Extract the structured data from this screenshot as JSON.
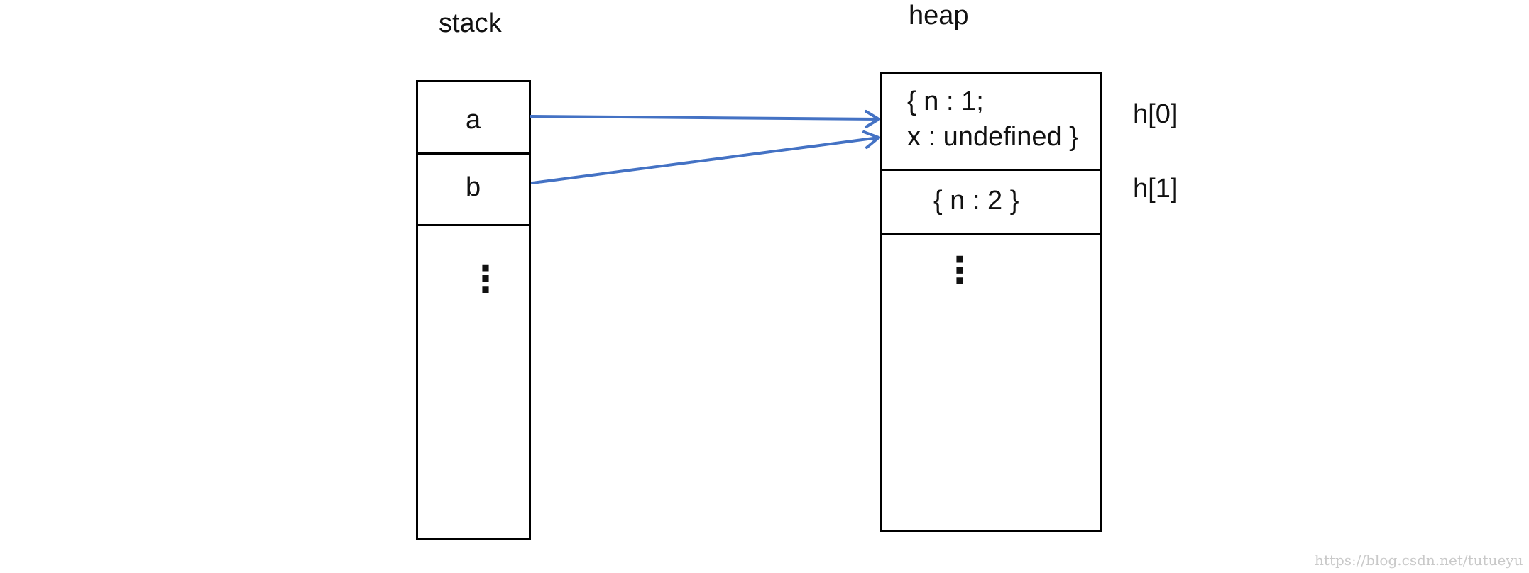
{
  "stack": {
    "title": "stack",
    "cells": [
      "a",
      "b"
    ],
    "more": "⋮"
  },
  "heap": {
    "title": "heap",
    "cells": [
      {
        "line1": "{ n : 1;",
        "line2": "x : undefined }"
      },
      {
        "line1": "{ n : 2 }"
      }
    ],
    "more": "⋮",
    "addresses": [
      "h[0]",
      "h[1]"
    ]
  },
  "arrows": [
    {
      "from": "a",
      "to": "h[0]"
    },
    {
      "from": "b",
      "to": "h[0]"
    }
  ],
  "colors": {
    "arrow": "#4472c4",
    "border": "#000000"
  },
  "watermark": "https://blog.csdn.net/tutueyu"
}
